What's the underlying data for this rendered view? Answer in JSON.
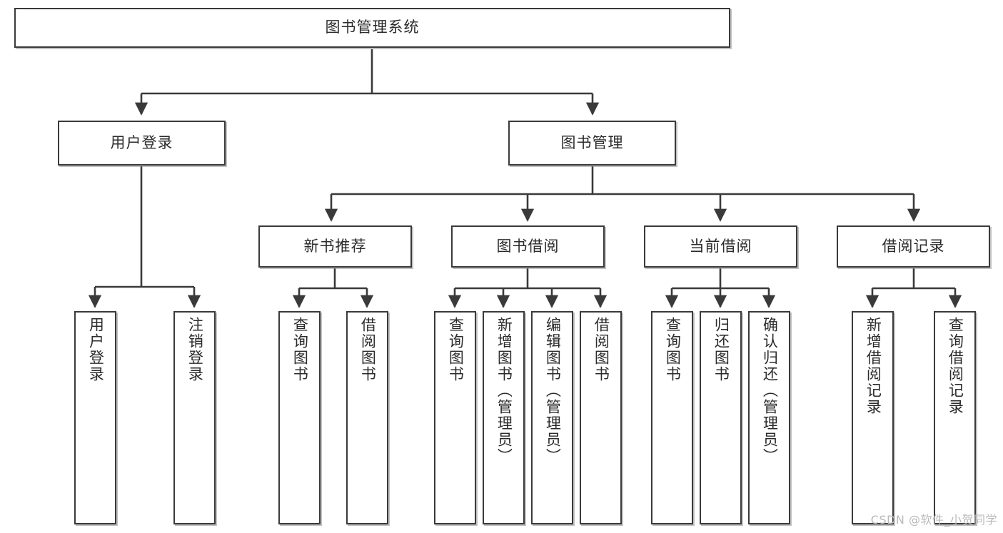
{
  "diagram": {
    "type": "tree",
    "title": "图书管理系统",
    "watermark": "CSDN @软件_小贺同学",
    "colors": {
      "stroke": "#3a3a3a",
      "fill": "#ffffff",
      "text": "#2b2b2b",
      "watermark": "#b9b9b9"
    },
    "root": {
      "label": "图书管理系统"
    },
    "level2": [
      {
        "label": "用户登录"
      },
      {
        "label": "图书管理"
      }
    ],
    "level3": [
      {
        "label": "新书推荐"
      },
      {
        "label": "图书借阅"
      },
      {
        "label": "当前借阅"
      },
      {
        "label": "借阅记录"
      }
    ],
    "leaves": {
      "user_login": [
        {
          "label": "用户登录"
        },
        {
          "label": "注销登录"
        }
      ],
      "new_book": [
        {
          "label": "查询图书"
        },
        {
          "label": "借阅图书"
        }
      ],
      "book_borrow": [
        {
          "label": "查询图书"
        },
        {
          "label": "新增图书（管理员）"
        },
        {
          "label": "编辑图书（管理员）"
        },
        {
          "label": "借阅图书"
        }
      ],
      "current_borrow": [
        {
          "label": "查询图书"
        },
        {
          "label": "归还图书"
        },
        {
          "label": "确认归还（管理员）"
        }
      ],
      "borrow_record": [
        {
          "label": "新增借阅记录"
        },
        {
          "label": "查询借阅记录"
        }
      ]
    }
  }
}
